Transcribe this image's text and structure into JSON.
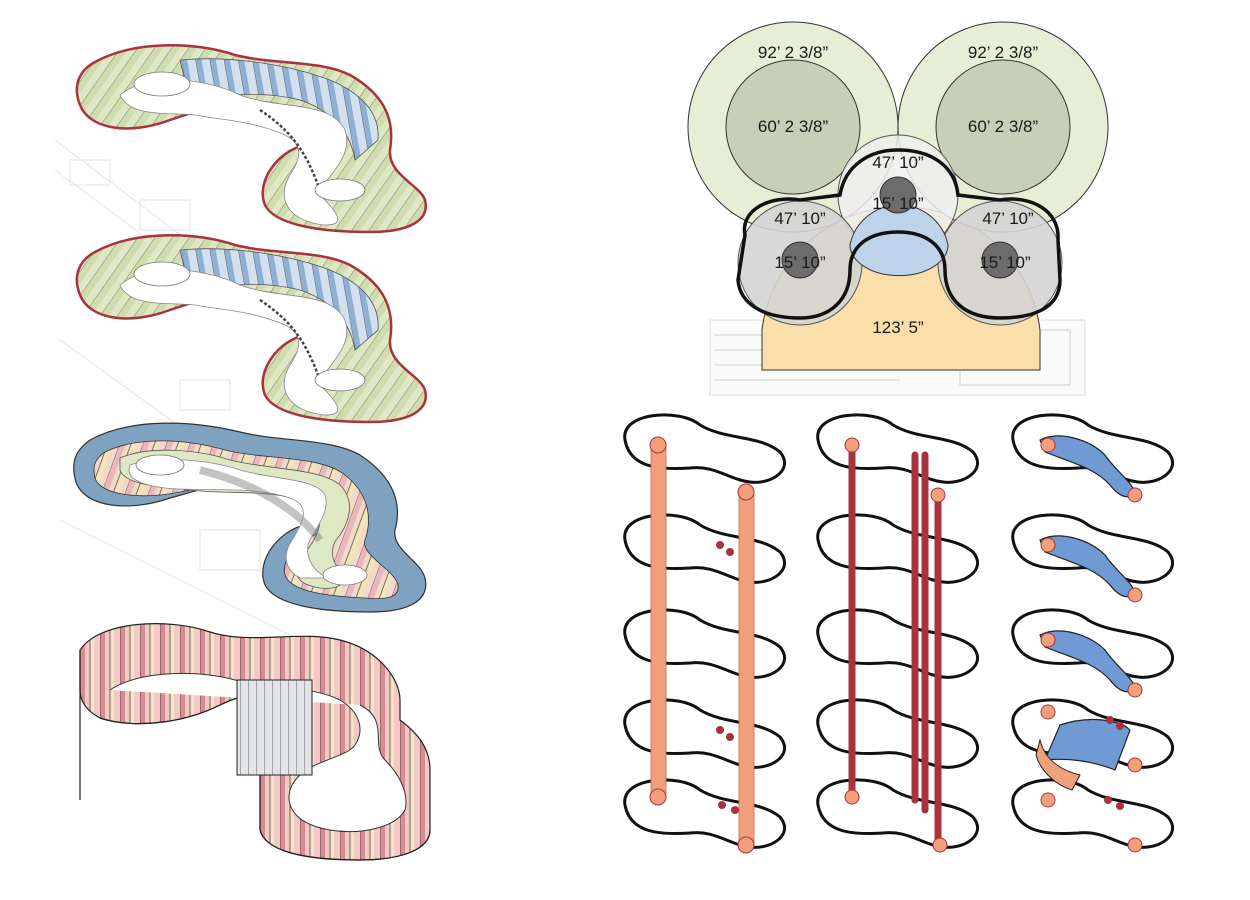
{
  "dimensions": {
    "outer_left": "92’ 2 3/8”",
    "outer_right": "92’ 2 3/8”",
    "inner_left": "60’ 2 3/8”",
    "inner_right": "60’ 2 3/8”",
    "ring_top": "47’ 10”",
    "ring_left": "47’ 10”",
    "ring_right": "47’ 10”",
    "core_top": "15’ 10”",
    "core_left": "15’ 10”",
    "core_right": "15’ 10”",
    "base": "123’ 5”"
  },
  "colors": {
    "wedge_green": "#dfe8c4",
    "wedge_blue": "#c9d9ea",
    "ring_blue": "#7fa2c0",
    "pink": "#e6aeb3",
    "salmon_column": "#f2a07b",
    "red_column": "#a8323e",
    "core_blue": "#6f9ad4",
    "outer_green": "#e6eed6",
    "inner_green": "#c7cfb7",
    "orange_base": "#fbdfaa",
    "light_blue": "#bcd3ea"
  }
}
